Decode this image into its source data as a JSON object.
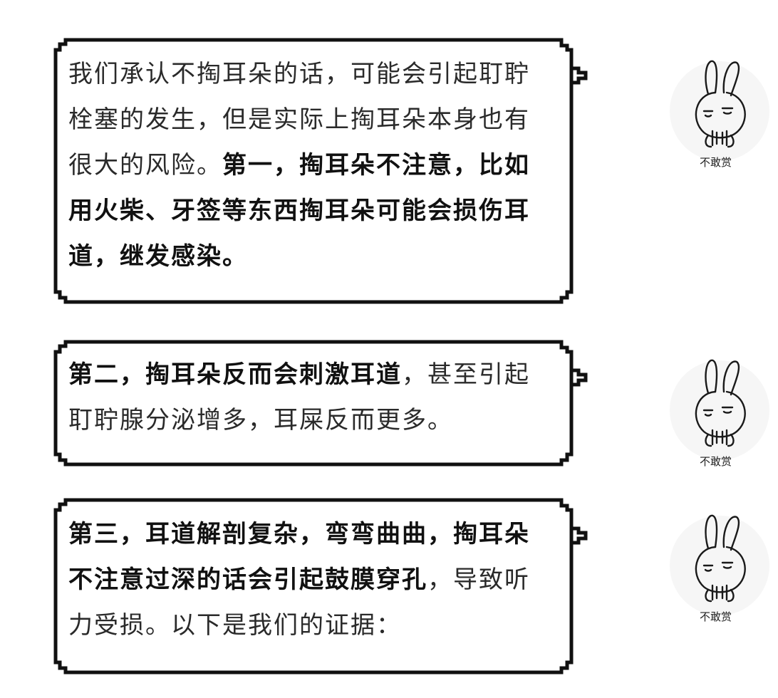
{
  "bubbles": [
    {
      "segments": [
        {
          "text": "我们承认不掏耳朵的话，可能会引起耵聍栓塞的发生，但是实际上掏耳朵本身也有很大的风险。",
          "bold": false
        },
        {
          "text": "第一，掏耳朵不注意，比如用火柴、牙签等东西掏耳朵可能会损伤耳道，继发感染。",
          "bold": true
        }
      ]
    },
    {
      "segments": [
        {
          "text": "第二，掏耳朵反而会刺激耳道",
          "bold": true
        },
        {
          "text": "，甚至引起耵聍腺分泌增多，耳屎反而更多。",
          "bold": false
        }
      ]
    },
    {
      "segments": [
        {
          "text": "第三，耳道解剖复杂，弯弯曲曲，掏耳朵不注意过深的话会引起鼓膜穿孔",
          "bold": true
        },
        {
          "text": "，导致听力受损。以下是我们的证据：",
          "bold": false
        }
      ]
    }
  ],
  "avatars": [
    {
      "icon": "rabbit-sticker-icon",
      "caption": "不敢赏"
    },
    {
      "icon": "rabbit-sticker-icon",
      "caption": "不敢赏"
    },
    {
      "icon": "rabbit-sticker-icon",
      "caption": "不敢赏"
    }
  ],
  "colors": {
    "border": "#111111",
    "text": "#2a2a2a",
    "bold_text": "#111111",
    "avatar_bg": "#f6f6f6"
  }
}
